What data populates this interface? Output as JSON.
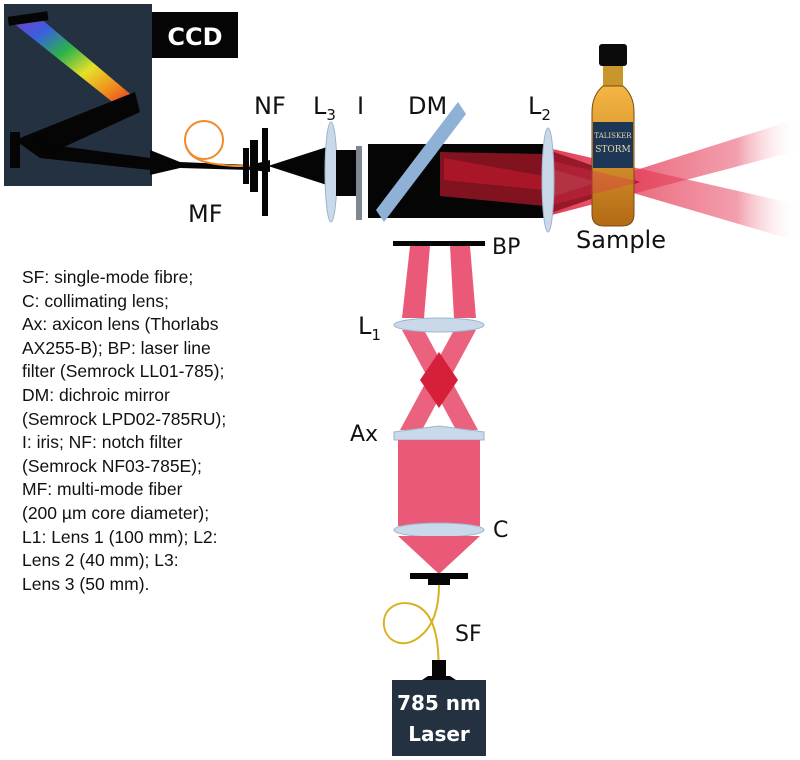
{
  "labels": {
    "ccd": "CCD",
    "nf": "NF",
    "l3": "L",
    "l3_sub": "3",
    "iris": "I",
    "dm": "DM",
    "l2": "L",
    "l2_sub": "2",
    "mf": "MF",
    "sample": "Sample",
    "bp": "BP",
    "l1": "L",
    "l1_sub": "1",
    "ax": "Ax",
    "c": "C",
    "sf": "SF",
    "laser_line1": "785 nm",
    "laser_line2": "Laser",
    "bottle_brand_line1": "TALISKER",
    "bottle_brand_line2": "STORM"
  },
  "legend": [
    "SF: single-mode fibre;",
    "C: collimating  lens;",
    "Ax: axicon lens (Thorlabs",
    "AX255-B);  BP: laser line",
    "filter (Semrock LL01-785);",
    "DM: dichroic mirror",
    "(Semrock LPD02-785RU);",
    "I: iris; NF: notch filter",
    "(Semrock NF03-785E);",
    "MF: multi-mode fiber",
    "(200 µm core diameter);",
    "L1: Lens 1 (100 mm); L2:",
    "Lens 2  (40 mm); L3:",
    "Lens 3 (50 mm)."
  ],
  "colors": {
    "beam": "#ea5a78",
    "beam_dark": "#d6203a",
    "lens": "#c9d9ea",
    "mirror": "#8fb1d6",
    "ccd_box": "#243140",
    "laser_box": "#243140",
    "fiber_orange": "#f28a2c",
    "fiber_yellow": "#d8b21e"
  }
}
